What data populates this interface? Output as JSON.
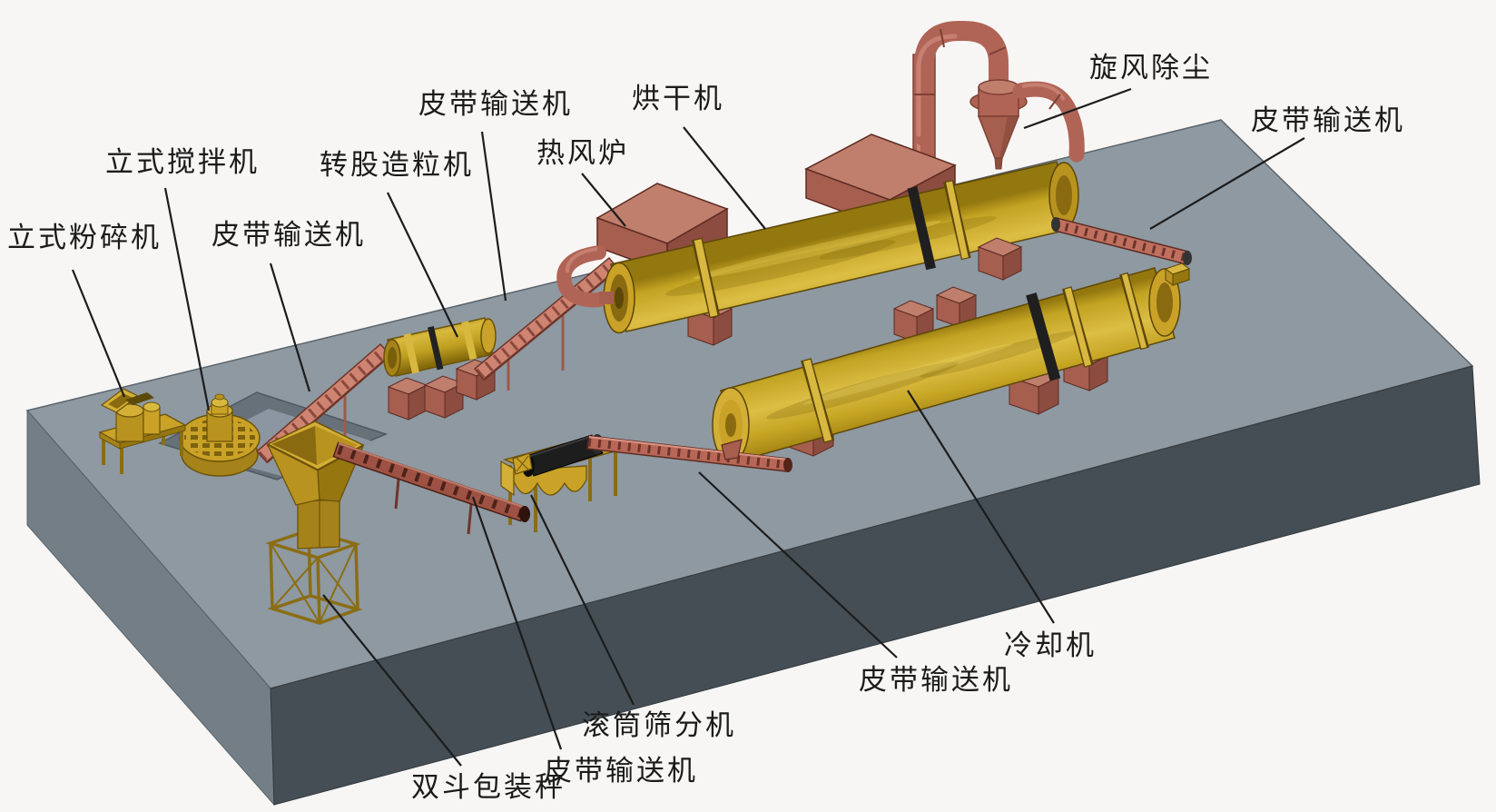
{
  "labels": [
    {
      "text": "立式粉碎机"
    },
    {
      "text": "立式搅拌机"
    },
    {
      "text": "皮带输送机"
    },
    {
      "text": "转股造粒机"
    },
    {
      "text": "皮带输送机"
    },
    {
      "text": "烘干机"
    },
    {
      "text": "热风炉"
    },
    {
      "text": "旋风除尘"
    },
    {
      "text": "皮带输送机"
    },
    {
      "text": "冷却机"
    },
    {
      "text": "皮带输送机"
    },
    {
      "text": "滚筒筛分机"
    },
    {
      "text": "皮带输送机"
    },
    {
      "text": "双斗包装秤"
    }
  ],
  "colors": {
    "background": "#f7f6f4",
    "platform_top": "#8e99a2",
    "platform_left": "#737e86",
    "platform_front": "#454e54",
    "pit": "#66717a",
    "machine_yellow": "#c9a227",
    "drum_highlight": "#dcbe45",
    "equipment_red": "#a65e4f",
    "pipe_red": "#b06455",
    "conveyor_red": "#cf8472",
    "screen_drum_black": "#1d1d1d",
    "label_text": "#1b1b1b",
    "leader_line": "#1c1c1c"
  }
}
